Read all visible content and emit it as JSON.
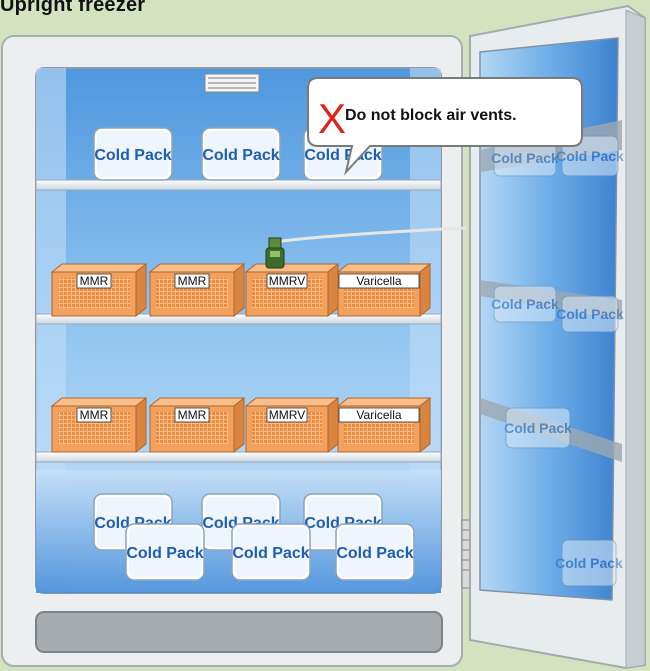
{
  "title": "Upright freezer",
  "callout": {
    "mark": "X",
    "text": "Do not block air vents."
  },
  "top_shelf_packs": [
    "Cold Pack",
    "Cold Pack",
    "Cold Pack"
  ],
  "bottom_back_packs": [
    "Cold Pack",
    "Cold Pack",
    "Cold Pack"
  ],
  "bottom_front_packs": [
    "Cold Pack",
    "Cold Pack",
    "Cold Pack"
  ],
  "shelf2_boxes": [
    "MMR",
    "MMR",
    "MMRV",
    "Varicella"
  ],
  "shelf3_boxes": [
    "MMR",
    "MMR",
    "MMRV",
    "Varicella"
  ],
  "door_packs": [
    "Cold Pack",
    "Cold Pack",
    "Cold Pack",
    "Cold Pack",
    "Cold Pack",
    "Cold Pack"
  ],
  "colors": {
    "background": "#d4e2c0",
    "cold_pack_text": "#1f5fb0",
    "box": "#f2a15e",
    "interior": "#5fa4e3",
    "x_mark": "#e2231a"
  }
}
